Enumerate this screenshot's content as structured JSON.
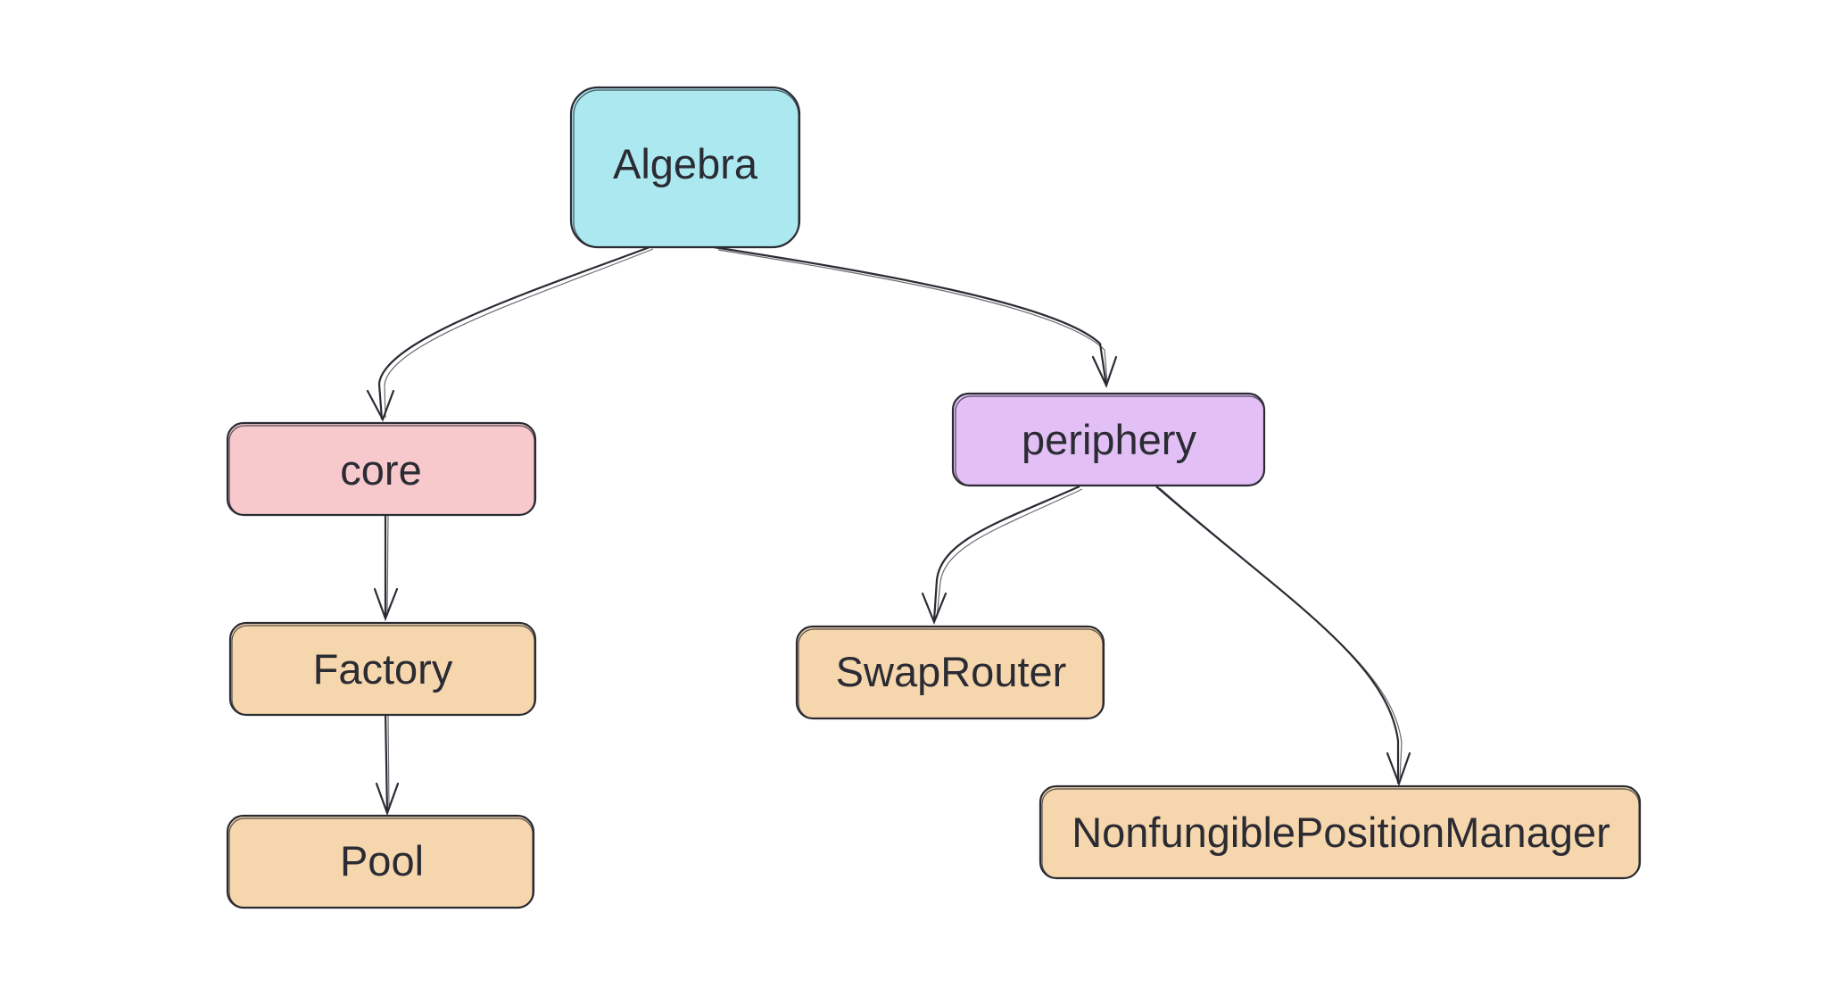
{
  "diagram": {
    "nodes": [
      {
        "id": "algebra",
        "label": "Algebra",
        "fill": "#acE8f0"
      },
      {
        "id": "core",
        "label": "core",
        "fill": "#f7c9cc"
      },
      {
        "id": "periphery",
        "label": "periphery",
        "fill": "#e2bff5"
      },
      {
        "id": "factory",
        "label": "Factory",
        "fill": "#f6d7ad"
      },
      {
        "id": "pool",
        "label": "Pool",
        "fill": "#f6d7ad"
      },
      {
        "id": "swaprouter",
        "label": "SwapRouter",
        "fill": "#f6d7ad"
      },
      {
        "id": "npm",
        "label": "NonfungiblePositionManager",
        "fill": "#f6d7ad"
      }
    ],
    "edges": [
      {
        "from": "algebra",
        "to": "core"
      },
      {
        "from": "algebra",
        "to": "periphery"
      },
      {
        "from": "core",
        "to": "factory"
      },
      {
        "from": "factory",
        "to": "pool"
      },
      {
        "from": "periphery",
        "to": "swaprouter"
      },
      {
        "from": "periphery",
        "to": "npm"
      }
    ],
    "stroke_color": "#2b2b33"
  }
}
